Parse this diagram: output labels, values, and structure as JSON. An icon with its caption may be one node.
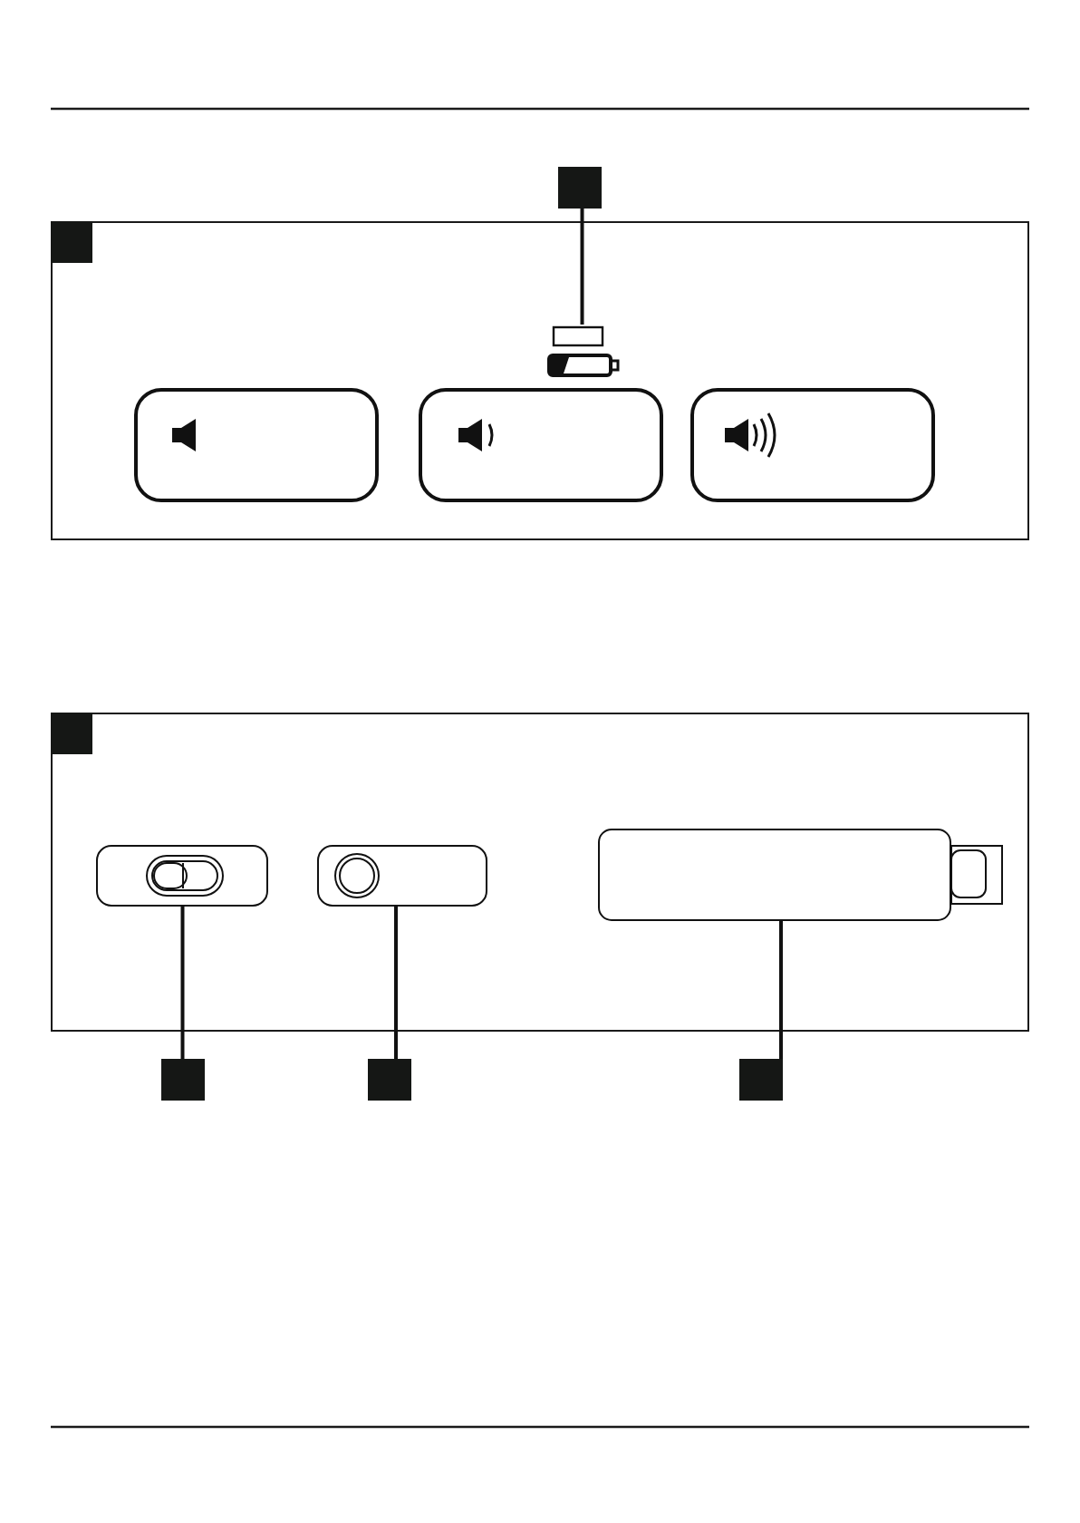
{
  "diagram": {
    "nodes": [
      {
        "text": [],
        "shape": "box"
      },
      {
        "text": [],
        "shape": "battery"
      },
      {
        "text": [],
        "shape": "box"
      },
      {
        "text": [],
        "shape": "switch"
      },
      {
        "text": [],
        "shape": "box"
      },
      {
        "text": [],
        "shape": "button"
      },
      {
        "text": [],
        "shape": "box"
      },
      {
        "text": [],
        "shape": "stick"
      },
      {
        "text": [],
        "shape": "box"
      },
      {
        "text": [],
        "shape": "box"
      }
    ],
    "edges": [
      {
        "from": 0,
        "to": 1,
        "arrow": "none"
      },
      {
        "from": 2,
        "to": 3,
        "arrow": "none"
      },
      {
        "from": 4,
        "to": 5,
        "arrow": "none"
      },
      {
        "from": 6,
        "to": 7,
        "arrow": "none"
      }
    ]
  }
}
